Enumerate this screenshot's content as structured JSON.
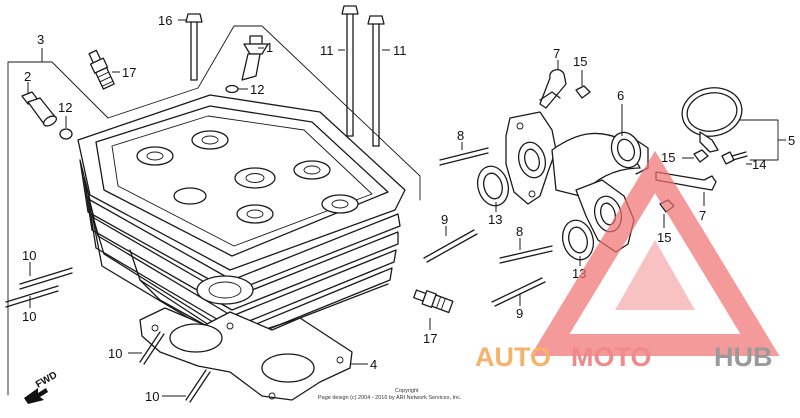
{
  "callouts": {
    "c1": "1",
    "c2": "2",
    "c3": "3",
    "c4": "4",
    "c5": "5",
    "c6": "6",
    "c7a": "7",
    "c7b": "7",
    "c8a": "8",
    "c8b": "8",
    "c9a": "9",
    "c9b": "9",
    "c10a": "10",
    "c10b": "10",
    "c10c": "10",
    "c10d": "10",
    "c11a": "11",
    "c11b": "11",
    "c12a": "12",
    "c12b": "12",
    "c13a": "13",
    "c13b": "13",
    "c14": "14",
    "c15a": "15",
    "c15b": "15",
    "c15c": "15",
    "c16": "16",
    "c17a": "17",
    "c17b": "17"
  },
  "direction_label": "FWD",
  "copyright": {
    "line1": "Copyright",
    "line2": "Page design (c) 2004 - 2016 by ARI Network Services, Inc."
  },
  "watermark": {
    "part1": "AUTO",
    "part2": "MOTO",
    "part3": "HUB",
    "colors": {
      "auto": "#f6b26b",
      "moto": "#f08a8a",
      "hub": "#9a9a9a",
      "logo": "#f07070"
    }
  }
}
